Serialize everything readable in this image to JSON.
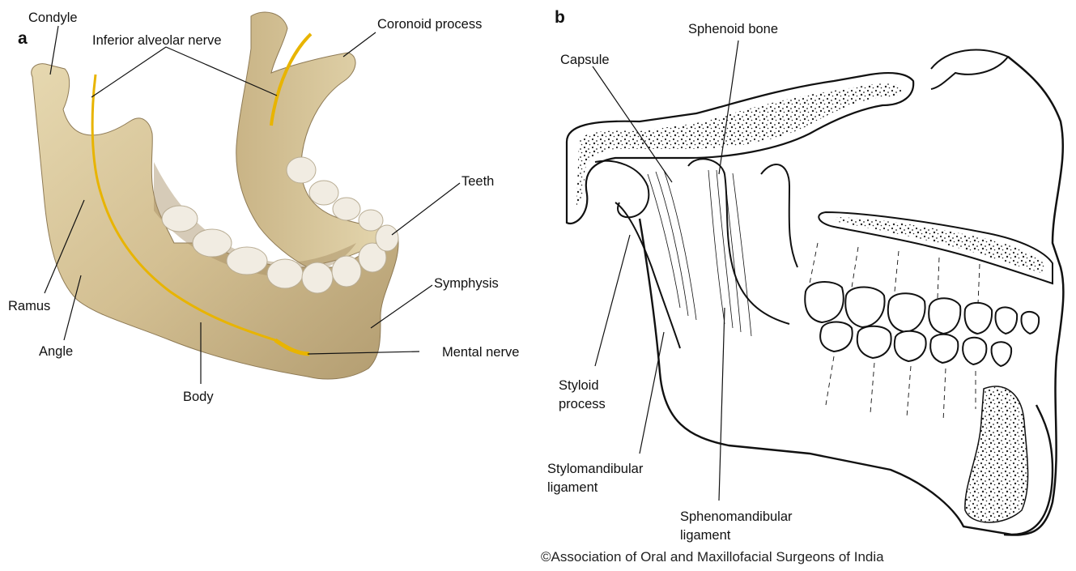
{
  "panels": {
    "a": {
      "letter": "a",
      "labels": {
        "condyle": "Condyle",
        "inferior_alveolar_nerve": "Inferior alveolar nerve",
        "coronoid_process": "Coronoid process",
        "teeth": "Teeth",
        "ramus": "Ramus",
        "angle": "Angle",
        "symphysis": "Symphysis",
        "mental_nerve": "Mental nerve",
        "body": "Body"
      }
    },
    "b": {
      "letter": "b",
      "labels": {
        "capsule": "Capsule",
        "sphenoid_bone": "Sphenoid bone",
        "styloid_process_1": "Styloid",
        "styloid_process_2": "process",
        "stylomandibular_1": "Stylomandibular",
        "stylomandibular_2": "ligament",
        "sphenomandibular_1": "Sphenomandibular",
        "sphenomandibular_2": "ligament"
      }
    }
  },
  "credit": "©Association of Oral and Maxillofacial Surgeons of India",
  "colors": {
    "bone": "#d8c79d",
    "bone_shadow": "#a8926a",
    "nerve": "#e8b400",
    "tooth": "#f1ece2",
    "line": "#111111"
  }
}
